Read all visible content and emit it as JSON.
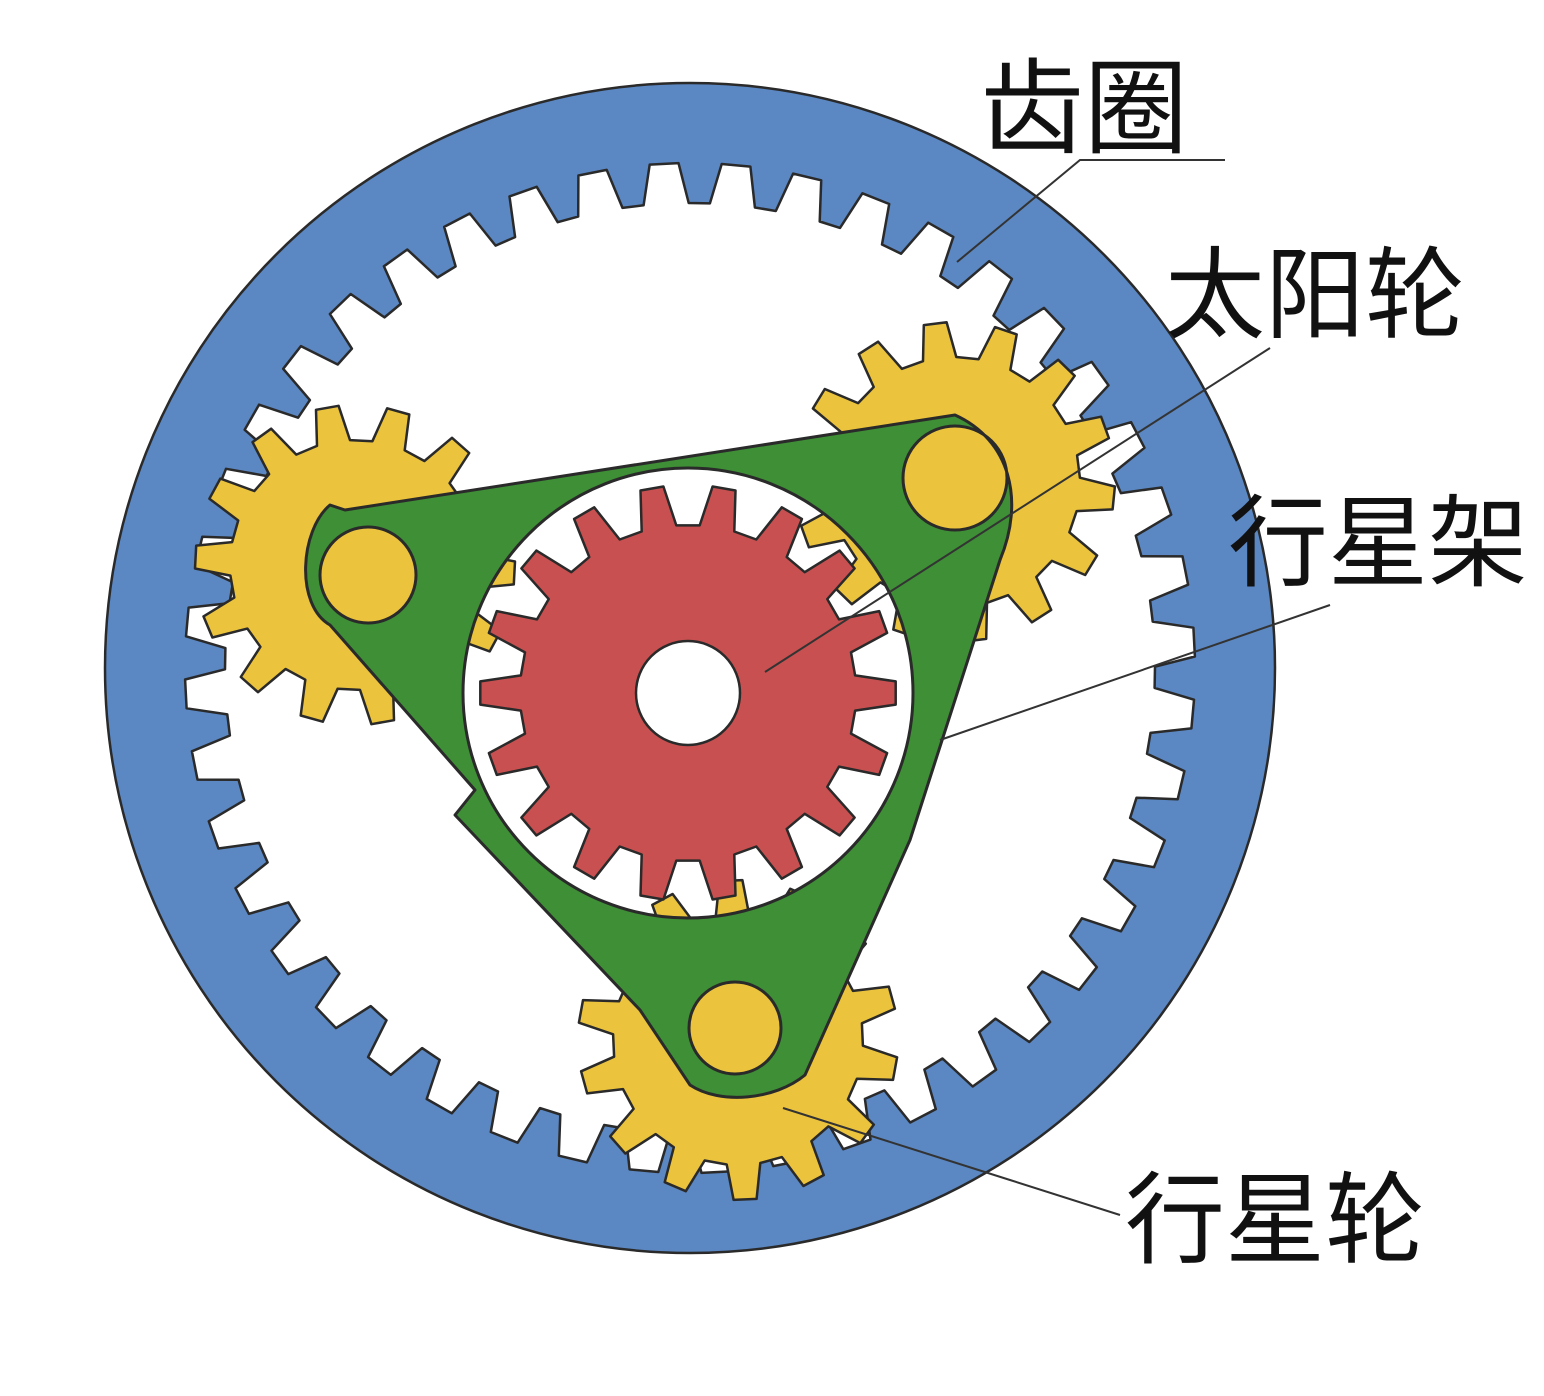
{
  "diagram": {
    "labels": {
      "ring_gear": "齿圈",
      "sun_gear": "太阳轮",
      "carrier": "行星架",
      "planet_gear": "行星轮"
    },
    "gears": {
      "ring": {
        "teeth": 44
      },
      "sun": {
        "teeth": 18
      },
      "planet": {
        "teeth": 14,
        "count": 3
      }
    },
    "colors": {
      "ring": "#5b87c2",
      "sun": "#c95050",
      "planet": "#ebc33d",
      "carrier": "#3e8f36",
      "outline": "#2a2a2a",
      "background": "#ffffff"
    }
  }
}
